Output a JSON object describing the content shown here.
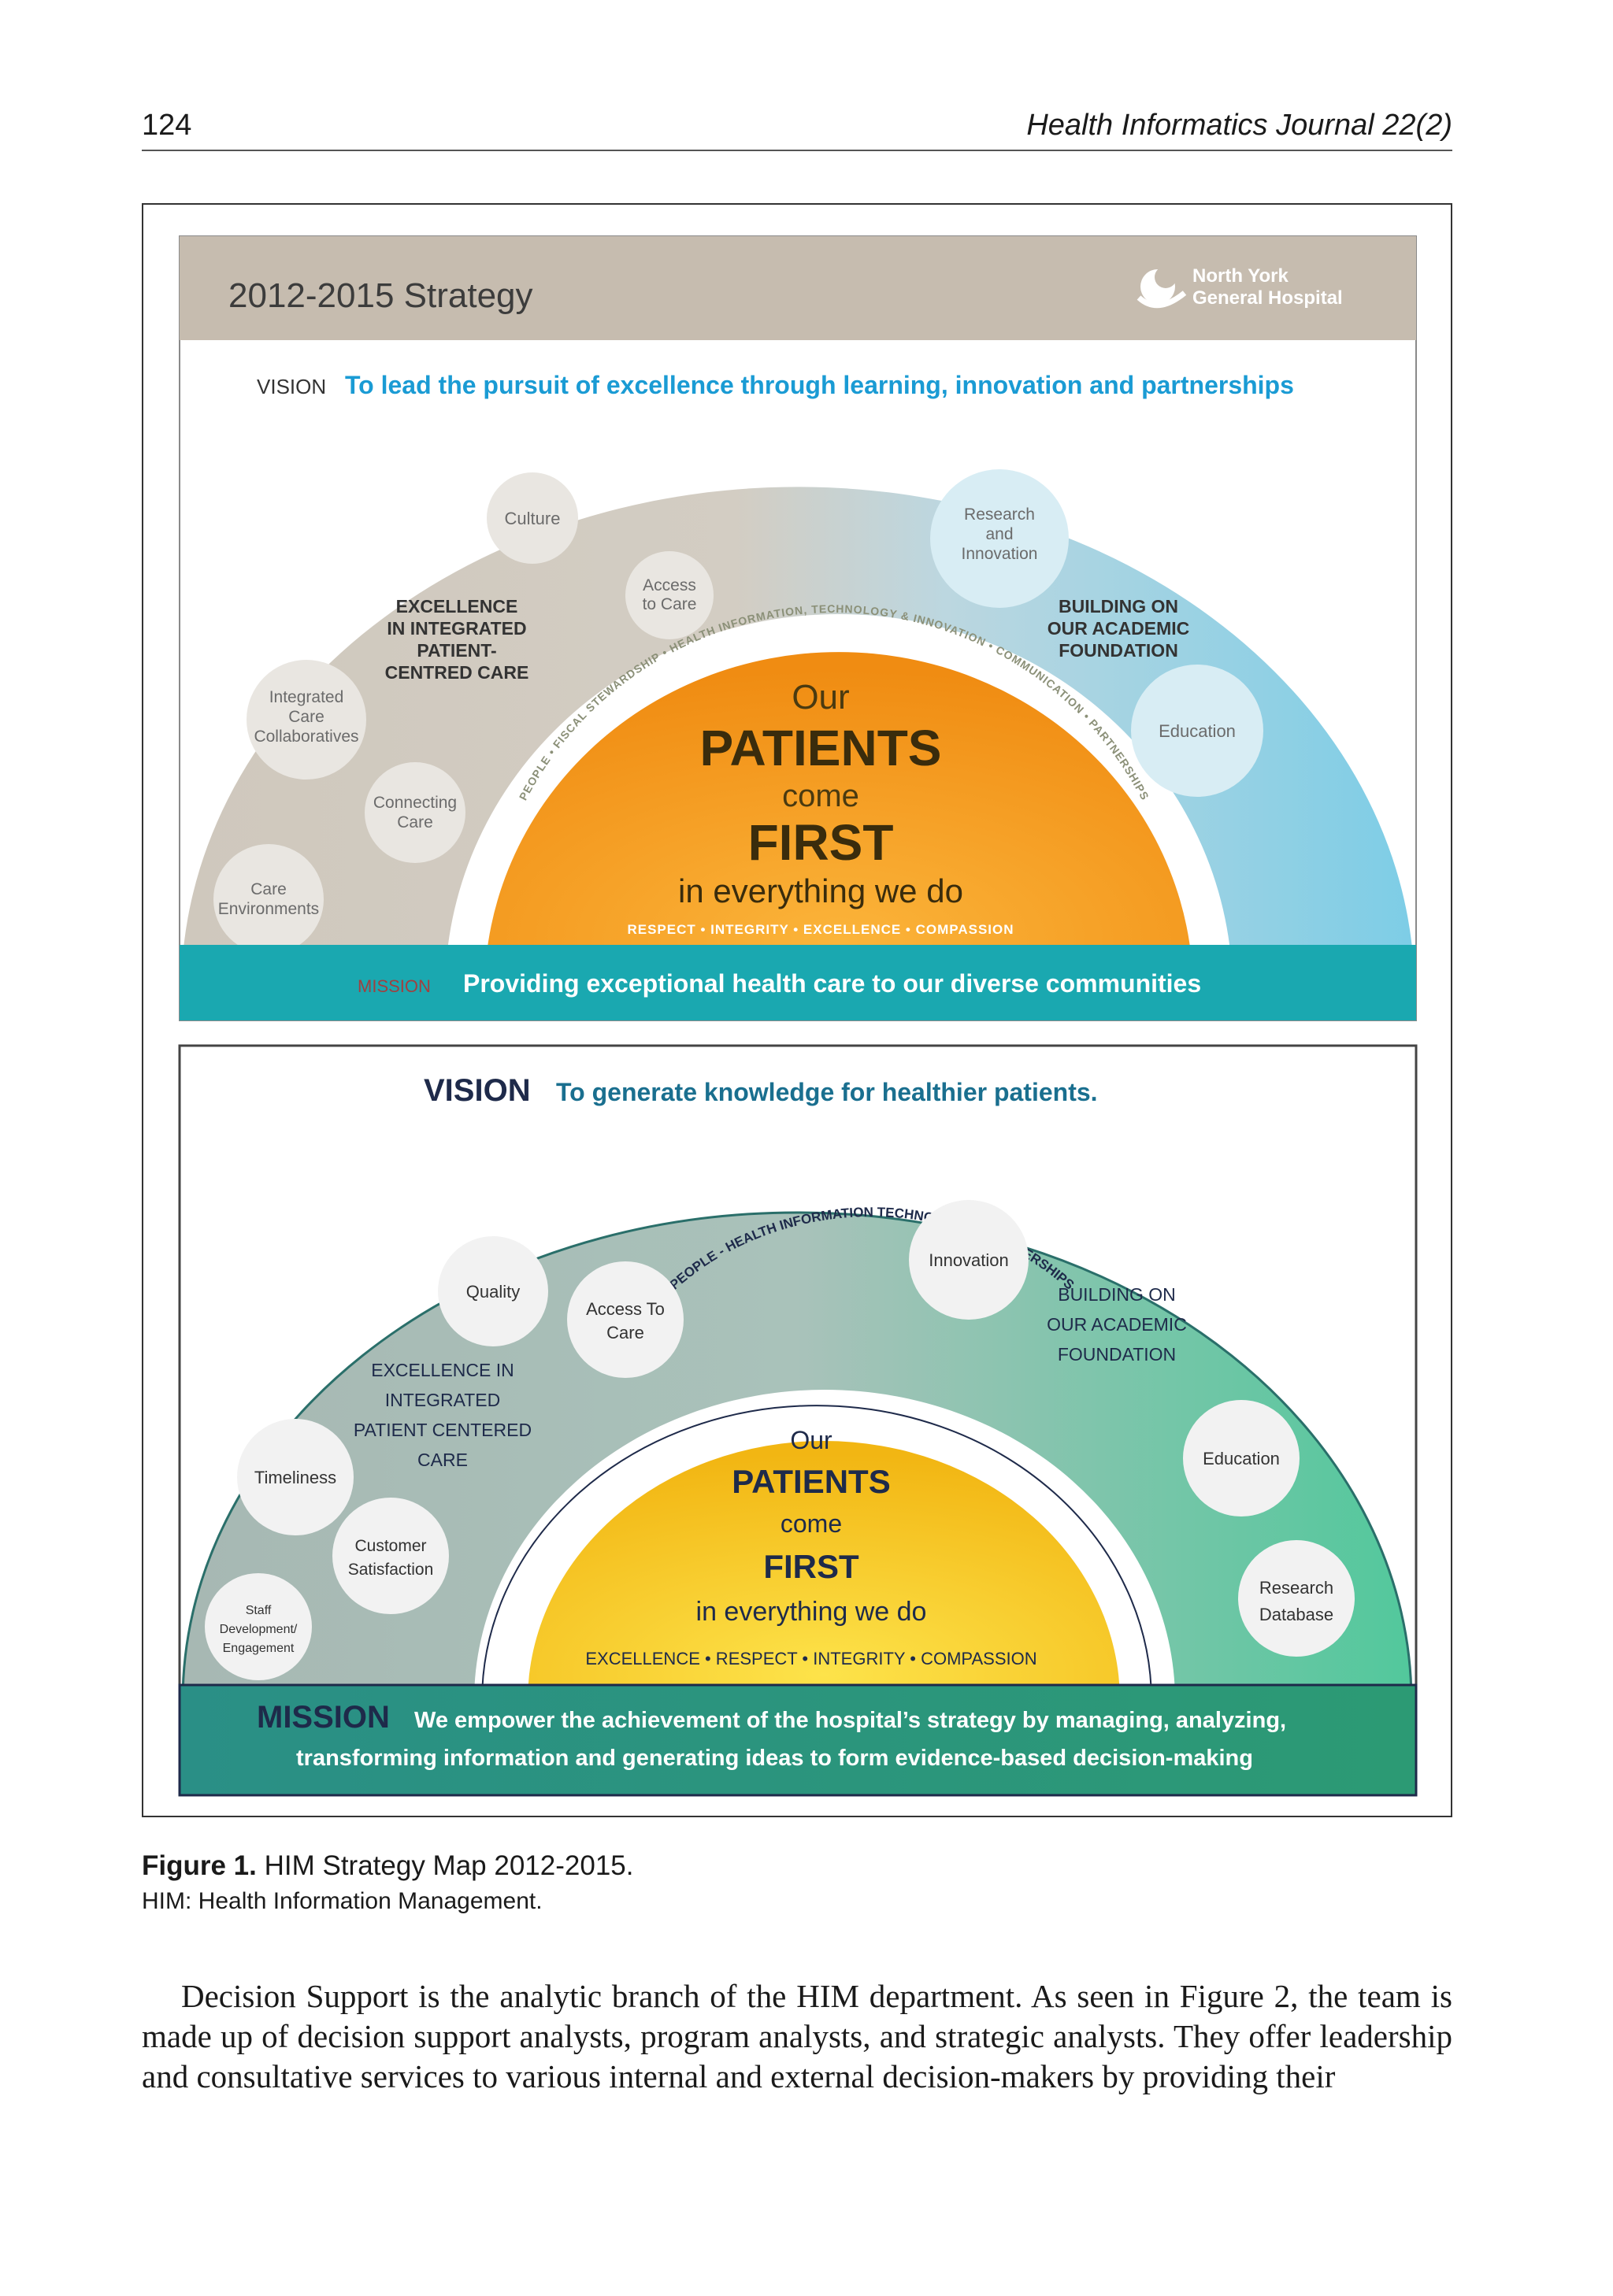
{
  "header": {
    "page_number": "124",
    "journal": "Health Informatics Journal 22(2)"
  },
  "panel1": {
    "title": "2012-2015 Strategy",
    "logo_line1": "North York",
    "logo_line2": "General Hospital",
    "vision_label": "VISION",
    "vision_text": "To lead the pursuit of excellence through learning, innovation and partnerships",
    "bubbles": [
      "Culture",
      "Access",
      "to Care",
      "Integrated",
      "Care",
      "Collaboratives",
      "Connecting",
      "Care",
      "Care",
      "Environments",
      "Research",
      "and",
      "Innovation",
      "Education"
    ],
    "left_heading": [
      "EXCELLENCE",
      "IN INTEGRATED",
      "PATIENT-",
      "CENTRED CARE"
    ],
    "right_heading": [
      "BUILDING ON",
      "OUR ACADEMIC",
      "FOUNDATION"
    ],
    "arc_text": "PEOPLE • FISCAL STEWARDSHIP • HEALTH INFORMATION, TECHNOLOGY & INNOVATION • COMMUNICATION • PARTNERSHIPS",
    "center": [
      "Our",
      "PATIENTS",
      "come",
      "FIRST",
      "in everything we do"
    ],
    "values": "RESPECT • INTEGRITY • EXCELLENCE • COMPASSION",
    "mission_label": "MISSION",
    "mission_text": "Providing exceptional health care to our diverse communities"
  },
  "panel2": {
    "vision_label": "VISION",
    "vision_text": "To generate knowledge for healthier patients.",
    "bubbles": [
      "Quality",
      "Access To",
      "Care",
      "Innovation",
      "Timeliness",
      "Customer",
      "Satisfaction",
      "Staff",
      "Development/",
      "Engagement",
      "Education",
      "Research",
      "Database"
    ],
    "left_heading": [
      "EXCELLENCE IN",
      "INTEGRATED",
      "PATIENT CENTERED",
      "CARE"
    ],
    "right_heading": [
      "BUILDING ON",
      "OUR ACADEMIC",
      "FOUNDATION"
    ],
    "arc_text": "PEOPLE - HEALTH INFORMATION TECHNOLOGY - PARTNERSHIPS",
    "center": [
      "Our",
      "PATIENTS",
      "come",
      "FIRST",
      "in everything we do"
    ],
    "values": "EXCELLENCE • RESPECT • INTEGRITY • COMPASSION",
    "mission_label": "MISSION",
    "mission_line1": "We empower the achievement of the hospital’s strategy by managing, analyzing,",
    "mission_line2": "transforming information and generating ideas to form evidence-based decision-making"
  },
  "caption": {
    "label": "Figure 1.",
    "text": "HIM Strategy Map 2012-2015.",
    "note": "HIM: Health Information Management."
  },
  "body_text": "Decision Support is the analytic branch of the HIM department. As seen in Figure 2, the team is made up of decision support analysts, program analysts, and strategic analysts. They offer leadership and consultative services to various internal and external decision-makers by providing their",
  "colors": {
    "p1_vision": "#1a9bd4",
    "p1_mission_bar": "#1aa8b0",
    "p1_sun": "#f39a1c",
    "p2_sun": "#f3c21a",
    "p2_mission_bar": "#2a8a7a",
    "dark_text": "#1e2a4a"
  }
}
